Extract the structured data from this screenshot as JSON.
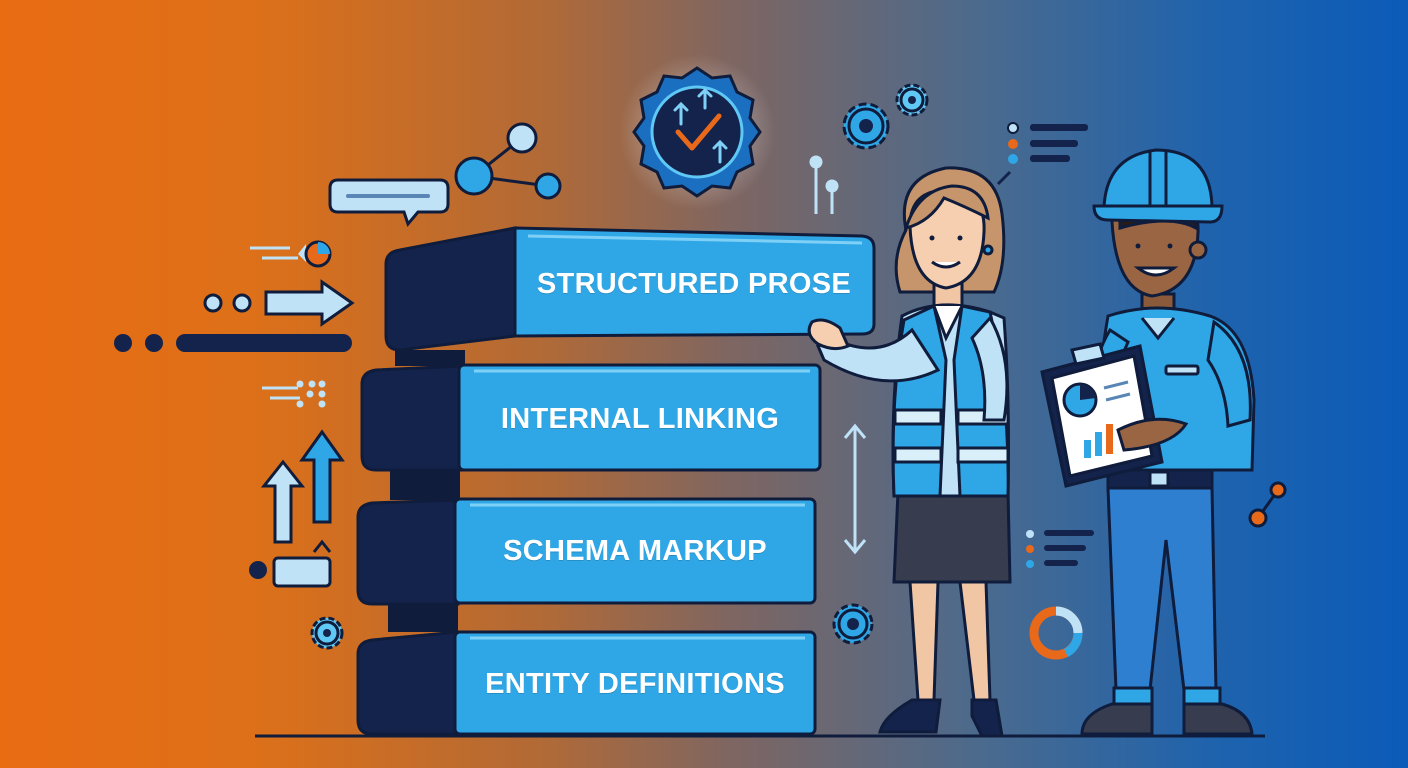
{
  "layers": [
    {
      "label": "STRUCTURED PROSE"
    },
    {
      "label": "INTERNAL LINKING"
    },
    {
      "label": "SCHEMA MARKUP"
    },
    {
      "label": "ENTITY DEFINITIONS"
    }
  ],
  "colors": {
    "navy": "#13234c",
    "sky": "#2fa7e6",
    "sky_light": "#bfe2f7",
    "orange": "#e9691a",
    "outline": "#0f1c3c"
  },
  "icons": [
    "verified-badge-icon",
    "gear-icon",
    "chat-bubble-icon",
    "network-nodes-icon",
    "arrow-right-icon",
    "arrow-up-icon",
    "pie-chart-icon",
    "list-icon",
    "clipboard-chart-icon",
    "hard-hat-icon"
  ]
}
